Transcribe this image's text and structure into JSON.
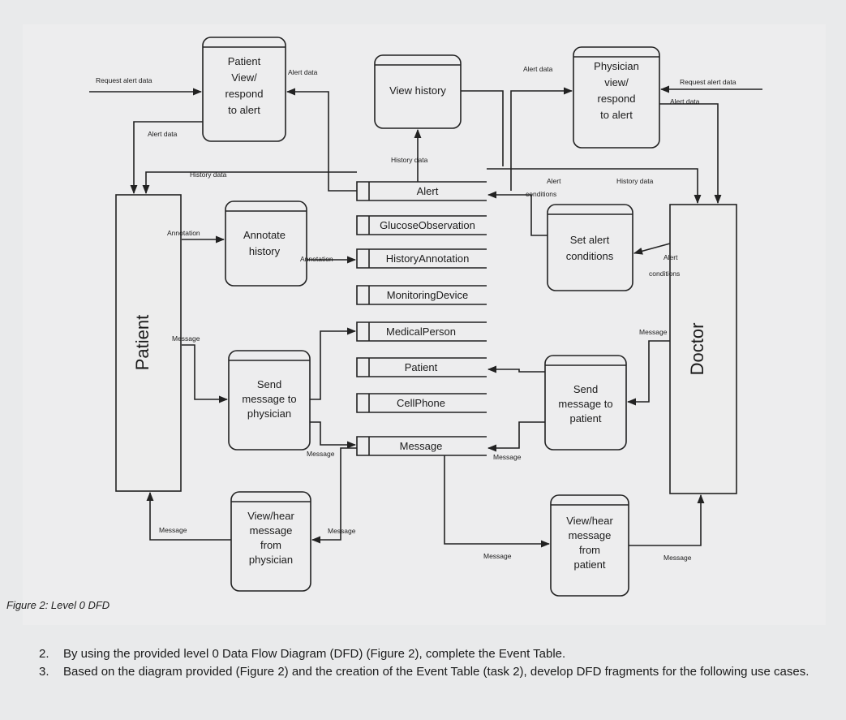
{
  "entities": {
    "patient": "Patient",
    "doctor": "Doctor"
  },
  "processes": {
    "patient_view_respond": [
      "Patient",
      "View/",
      "respond",
      "to alert"
    ],
    "view_history": [
      "View history"
    ],
    "physician_view_respond": [
      "Physician",
      "view/",
      "respond",
      "to alert"
    ],
    "annotate_history": [
      "Annotate",
      "history"
    ],
    "set_alert_conditions": [
      "Set alert",
      "conditions"
    ],
    "send_message_to_physician": [
      "Send",
      "message to",
      "physician"
    ],
    "send_message_to_patient": [
      "Send",
      "message to",
      "patient"
    ],
    "view_hear_message_from_physician": [
      "View/hear",
      "message",
      "from",
      "physician"
    ],
    "view_hear_message_from_patient": [
      "View/hear",
      "message",
      "from",
      "patient"
    ]
  },
  "data_stores": [
    "Alert",
    "GlucoseObservation",
    "HistoryAnnotation",
    "MonitoringDevice",
    "MedicalPerson",
    "Patient",
    "CellPhone",
    "Message"
  ],
  "flows": {
    "request_alert_data_left": "Request alert data",
    "alert_data_left_upper": "Alert data",
    "alert_data_left_lower": "Alert data",
    "history_data_left": "History data",
    "annotation_left": "Annotation",
    "annotation_mid": "Annotation",
    "message_left_send": "Message",
    "message_mid_send": "Message",
    "message_left_view": "Message",
    "message_mid_view": "Message",
    "history_data_center": "History data",
    "alert_data_right": "Alert data",
    "request_alert_data_right": "Request alert data",
    "alert_data_right_doctor": "Alert data",
    "alert_conditions_center": [
      "Alert",
      "conditions"
    ],
    "history_data_right": "History data",
    "alert_conditions_doctor": [
      "Alert",
      "conditions"
    ],
    "message_right_send": "Message",
    "message_center_right": "Message",
    "message_right_view": "Message",
    "message_right_doctor": "Message"
  },
  "caption": "Figure 2: Level 0 DFD",
  "tasks": [
    {
      "num": "2.",
      "text": "By using the provided level 0 Data Flow Diagram (DFD) (Figure 2), complete the Event Table."
    },
    {
      "num": "3.",
      "text": "Based on the diagram provided (Figure 2) and the creation of the Event Table (task 2), develop DFD fragments for the following use cases."
    }
  ]
}
